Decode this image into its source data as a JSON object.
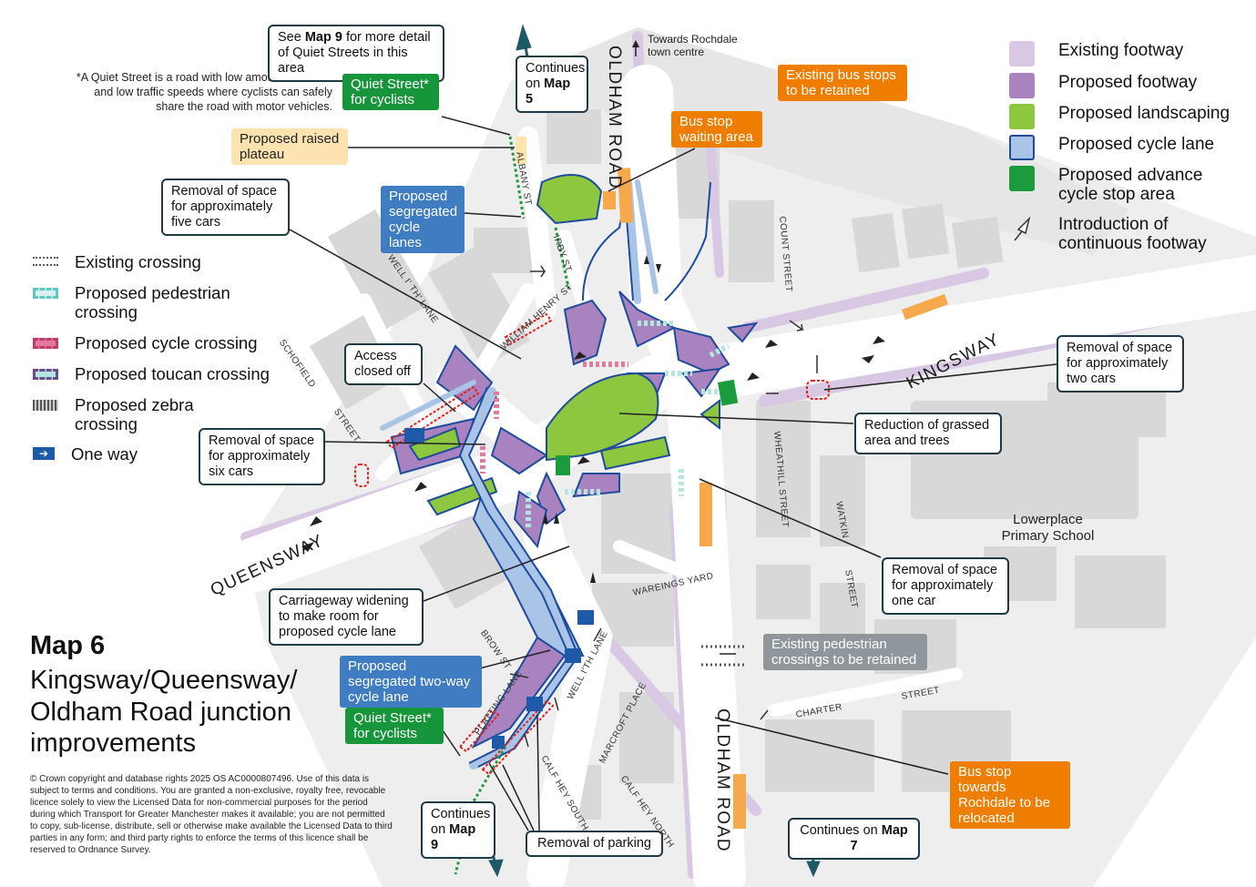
{
  "title": "Map 6",
  "subtitle": "Kingsway/Queensway/ Oldham Road junction improvements",
  "legend": {
    "existing_footway": "Existing footway",
    "proposed_footway": "Proposed footway",
    "proposed_landscaping": "Proposed landscaping",
    "proposed_cycle_lane": "Proposed cycle lane",
    "proposed_advance_stop": "Proposed advance cycle stop area",
    "continuous_footway": "Introduction of continuous footway"
  },
  "crossings_legend": {
    "existing": "Existing crossing",
    "pedestrian": "Proposed pedestrian crossing",
    "cycle": "Proposed cycle crossing",
    "toucan": "Proposed toucan crossing",
    "zebra": "Proposed zebra crossing",
    "one_way": "One way"
  },
  "colors": {
    "existing_footway": "#d9c8e4",
    "proposed_footway": "#a983c0",
    "landscaping": "#8dc63f",
    "cycle_lane": "#a9c4e6",
    "advance_stop": "#1c9a3e",
    "orange": "#ef7d00",
    "green_label": "#17953a",
    "blue_label": "#3f7cc1",
    "navy": "#1e3a45"
  },
  "notes": {
    "see_map9_pre": "See",
    "see_map9_bold": "Map 9",
    "see_map9_post": "for more detail of Quiet Streets in this area",
    "quiet_street_def": "*A Quiet Street is a road with low amounts of traffic and low traffic speeds where cyclists can safely share the road with motor vehicles.",
    "towards_rochdale": "Towards Rochdale town centre"
  },
  "labels": {
    "quiet_street_top": "Quiet Street* for cyclists",
    "quiet_street_bottom": "Quiet Street* for cyclists",
    "raised_plateau": "Proposed raised plateau",
    "five_cars": "Removal of space for approximately five cars",
    "segregated_lanes": "Proposed segregated cycle lanes",
    "continues_map5_pre": "Continues on",
    "continues_map5_bold": "Map 5",
    "existing_bus_stops": "Existing bus stops to be retained",
    "bus_waiting": "Bus stop waiting area",
    "access_closed": "Access closed off",
    "six_cars": "Removal of space for approximately six cars",
    "two_cars": "Removal of space for approximately two cars",
    "grassed": "Reduction of grassed area and trees",
    "school": "Lowerplace Primary School",
    "one_car": "Removal of space for approximately one car",
    "carriageway": "Carriageway widening to make room for proposed cycle lane",
    "two_way_lane": "Proposed segregated two-way cycle lane",
    "existing_ped": "Existing pedestrian crossings to be retained",
    "bus_relocated": "Bus stop towards Rochdale to be relocated",
    "continues_map9_pre": "Continues on",
    "continues_map9_bold": "Map 9",
    "removal_parking": "Removal of parking",
    "continues_map7_pre": "Continues on",
    "continues_map7_bold": "Map 7"
  },
  "streets": {
    "oldham_road_top": "OLDHAM ROAD",
    "oldham_road_bottom": "OLDHAM ROAD",
    "kingsway": "KINGSWAY",
    "queensway": "QUEENSWAY",
    "albany_st": "ALBANY ST",
    "irby_st": "IRBY ST",
    "well_i_th_lane_top": "WELL I' TH' LANE",
    "william_henry_st": "WILLIAM HENRY ST",
    "schofield": "SCHOFIELD",
    "street_schofield": "STREET",
    "count_street": "COUNT STREET",
    "wheathill_street": "WHEATHILL STREET",
    "watkin": "WATKIN",
    "street_watkin": "STREET",
    "wareings_yard": "WAREINGS YARD",
    "brow_st": "BROW ST",
    "well_i_th_lane_bottom": "WELL I'TH LANE",
    "platting_lane": "PLATTING LANE",
    "marcroft_place": "MARCROFT PLACE",
    "calf_hey_south": "CALF HEY SOUTH",
    "calf_hey_north": "CALF HEY NORTH",
    "charter": "CHARTER",
    "street_charter": "STREET"
  },
  "copyright": "© Crown copyright and database rights 2025 OS AC0000807496. Use of this data is subject to terms and conditions. You are granted a non-exclusive, royalty free, revocable licence solely to view the Licensed Data for non-commercial purposes for the period during which Transport for Greater Manchester makes it available; you are not permitted to copy, sub-license, distribute, sell or otherwise make available the Licensed Data to third parties in any form; and third party rights to enforce the terms of this licence shall be reserved to Ordnance Survey."
}
